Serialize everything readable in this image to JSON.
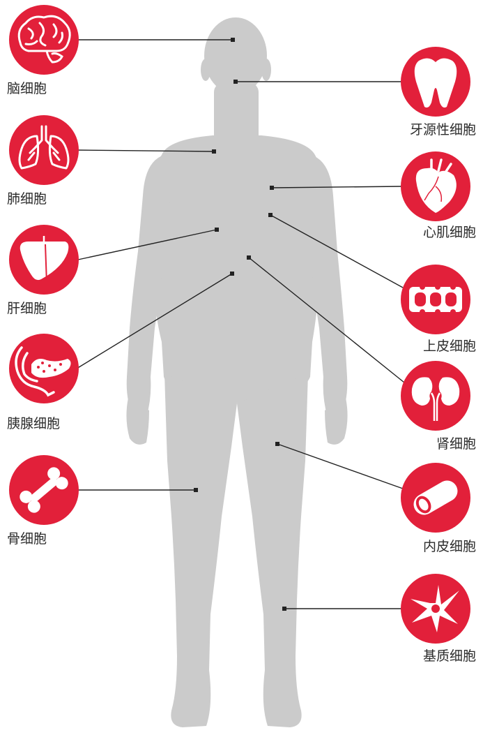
{
  "colors": {
    "accent": "#e2203a",
    "silhouette": "#cbcbcb",
    "line": "#222222",
    "icon": "#ffffff",
    "text": "#2b2b2b"
  },
  "cells": {
    "brain": {
      "label": "脑细胞",
      "icon": "brain-icon"
    },
    "lung": {
      "label": "肺细胞",
      "icon": "lungs-icon"
    },
    "liver": {
      "label": "肝细胞",
      "icon": "liver-icon"
    },
    "pancreas": {
      "label": "胰腺细胞",
      "icon": "pancreas-icon"
    },
    "bone": {
      "label": "骨细胞",
      "icon": "bone-icon"
    },
    "tooth": {
      "label": "牙源性细胞",
      "icon": "tooth-icon"
    },
    "heart": {
      "label": "心肌细胞",
      "icon": "heart-icon"
    },
    "epithelial": {
      "label": "上皮细胞",
      "icon": "epithelial-cells-icon"
    },
    "kidney": {
      "label": "肾细胞",
      "icon": "kidneys-icon"
    },
    "endothelial": {
      "label": "内皮细胞",
      "icon": "blood-vessel-icon"
    },
    "stromal": {
      "label": "基质细胞",
      "icon": "stromal-cell-icon"
    }
  }
}
